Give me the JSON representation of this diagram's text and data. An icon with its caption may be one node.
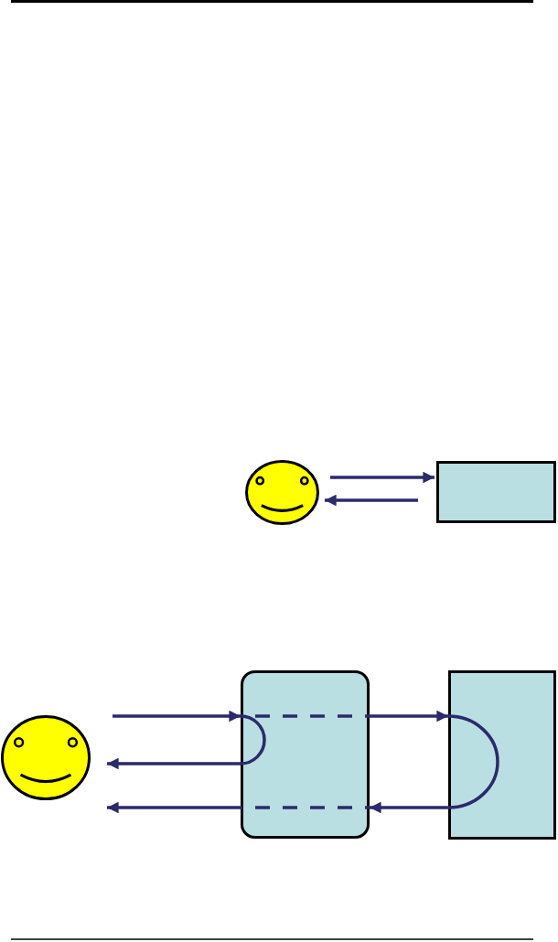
{
  "diagram": {
    "nodes": [
      {
        "text": [],
        "shape": "smiley"
      },
      {
        "text": [],
        "shape": "box"
      },
      {
        "text": [],
        "shape": "smiley"
      },
      {
        "text": [],
        "shape": "box"
      },
      {
        "text": [],
        "shape": "box"
      }
    ],
    "edges": [
      {
        "from": 0,
        "to": 1,
        "arrow": "to"
      },
      {
        "from": 1,
        "to": 0,
        "arrow": "to"
      },
      {
        "from": 2,
        "to": 3,
        "arrow": "to"
      },
      {
        "from": 3,
        "to": 2,
        "arrow": "to"
      },
      {
        "from": 3,
        "to": 4,
        "arrow": "to"
      },
      {
        "from": 4,
        "to": 3,
        "arrow": "to"
      },
      {
        "from": 3,
        "to": 2,
        "arrow": "to"
      }
    ]
  }
}
